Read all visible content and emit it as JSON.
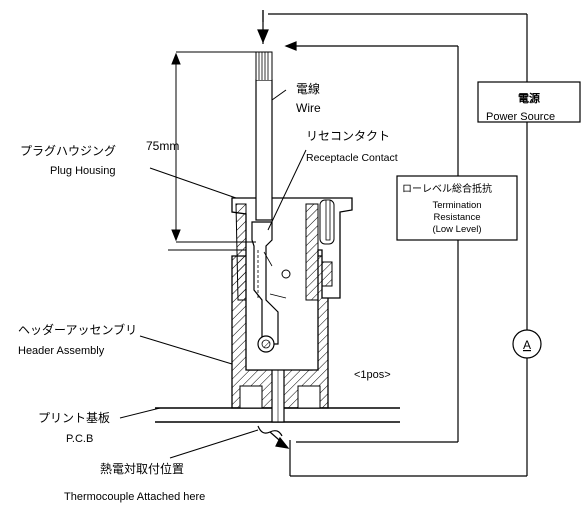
{
  "labels": {
    "wire_jp": "電線",
    "wire_en": "Wire",
    "length": "75mm",
    "plug_jp": "プラグハウジング",
    "plug_en": "Plug Housing",
    "contact_jp": "リセコンタクト",
    "contact_en": "Receptacle Contact",
    "header_jp": "ヘッダーアッセンブリ",
    "header_en": "Header Assembly",
    "pcb_jp": "プリント基板",
    "pcb_en": "P.C.B",
    "thermo_jp": "熱電対取付位置",
    "thermo_en": "Thermocouple Attached here",
    "power_jp": "電源",
    "power_en": "Power Source",
    "term_jp": "ローレベル総合抵抗",
    "term_en_1": "Termination",
    "term_en_2": "Resistance",
    "term_en_3": "(Low Level)",
    "pos": "<1pos>",
    "ammeter": "A"
  },
  "colors": {
    "line": "#000000",
    "background": "#ffffff"
  }
}
